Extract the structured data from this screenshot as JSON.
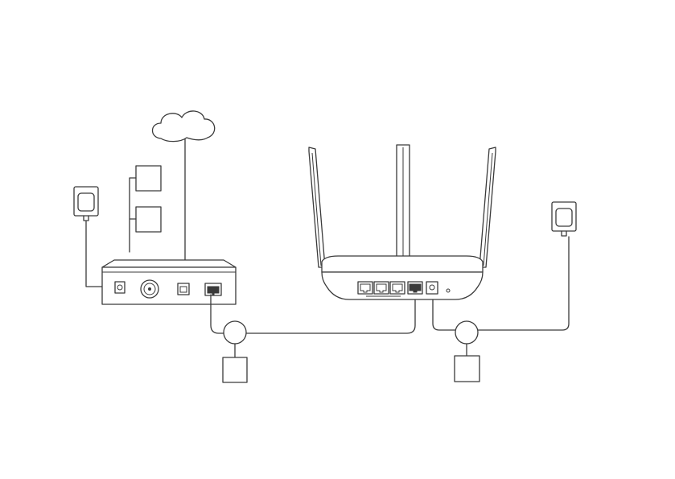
{
  "diagram": {
    "stroke_color": "#3a3a3a",
    "background_color": "#ffffff",
    "components": [
      {
        "name": "internet-cloud-icon"
      },
      {
        "name": "modem-device"
      },
      {
        "name": "modem-power-adapter"
      },
      {
        "name": "router-device"
      },
      {
        "name": "router-power-adapter"
      },
      {
        "name": "callout-box"
      }
    ],
    "labels": []
  }
}
